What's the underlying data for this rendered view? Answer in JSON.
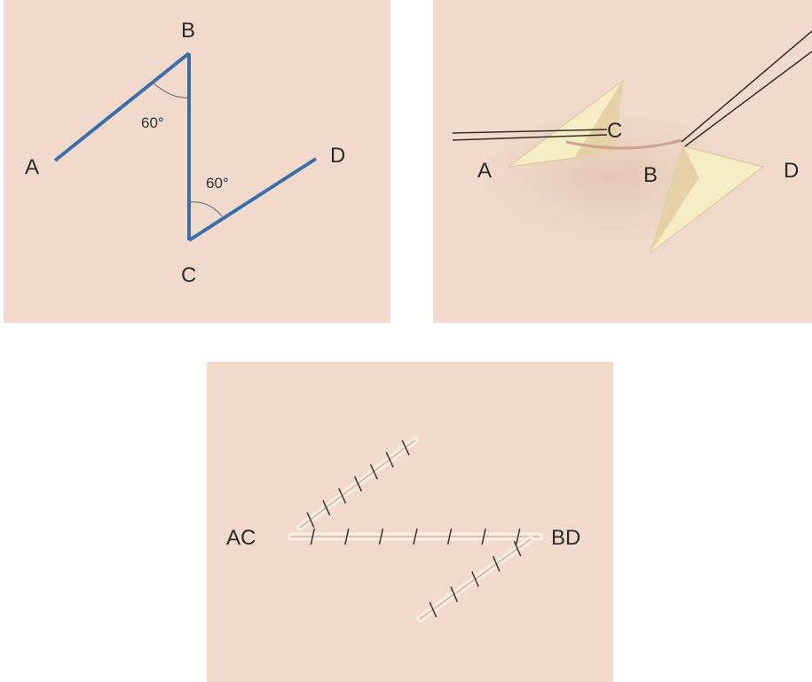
{
  "panel1": {
    "labels": {
      "a": "A",
      "b": "B",
      "c": "C",
      "d": "D"
    },
    "angle_top": "60°",
    "angle_bottom": "60°",
    "line_color": "#3a6ea8",
    "background": "#f1dacc"
  },
  "panel2": {
    "labels": {
      "a": "A",
      "b": "B",
      "c": "C",
      "d": "D"
    },
    "flap_color": "#f6ecc4"
  },
  "panel3": {
    "labels": {
      "left": "AC",
      "right": "BD"
    },
    "suture_color": "#4a3a35"
  }
}
